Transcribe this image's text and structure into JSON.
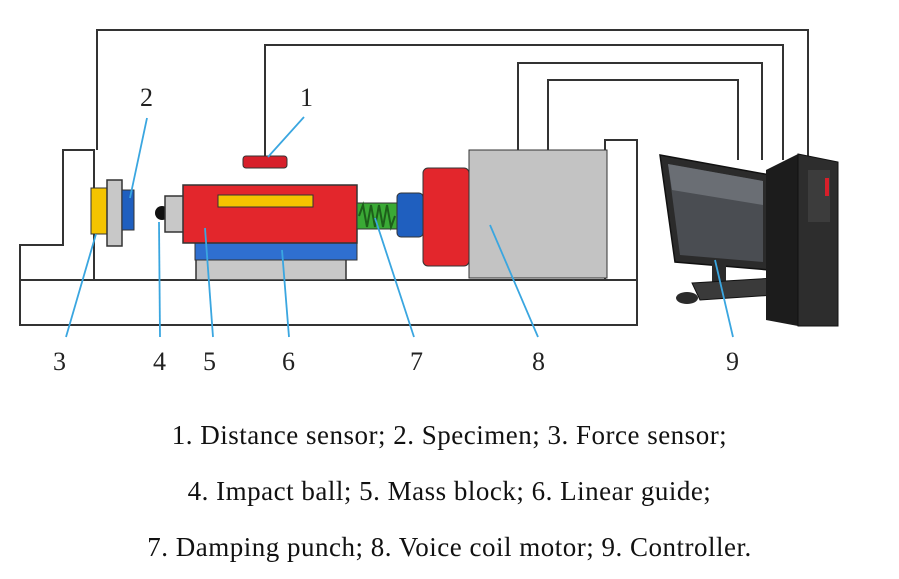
{
  "labels": [
    "1",
    "2",
    "3",
    "4",
    "5",
    "6",
    "7",
    "8",
    "9"
  ],
  "caption": {
    "line1": "1. Distance sensor; 2. Specimen; 3. Force sensor;",
    "line2": "4. Impact ball; 5. Mass block; 6. Linear guide;",
    "line3": "7. Damping punch; 8. Voice coil motor; 9. Controller."
  },
  "colors": {
    "force_sensor": "#f5c400",
    "specimen": "#1f5fbf",
    "mass_block": "#e3262c",
    "distance_sensor": "#d71f2a",
    "inner_bar": "#f5c400",
    "linear_guide": "#2f6fd0",
    "damping_spring": "#3aaa35",
    "coupler": "#1f5fbf",
    "voice_coil_flange": "#e3262c",
    "voice_coil_body": "#c3c3c3",
    "grey_parts": "#c8c8c8",
    "leader_lines": "#3aa6e0",
    "wires": "#333333"
  }
}
